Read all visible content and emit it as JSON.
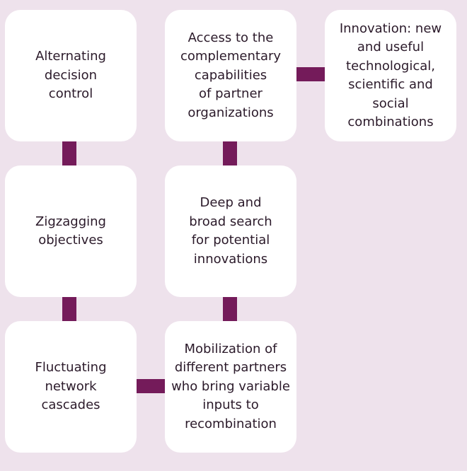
{
  "nodes": {
    "alternating": "Alternating\ndecision\ncontrol",
    "zigzagging": "Zigzagging\nobjectives",
    "fluctuating": "Fluctuating\nnetwork\ncascades",
    "access": "Access to the\ncomplementary\ncapabilities\nof partner\norganizations",
    "deep_search": "Deep and\nbroad search\nfor potential\ninnovations",
    "mobilization": "Mobilization of\ndifferent partners\nwho bring variable\ninputs to\nrecombination",
    "innovation": "Innovation: new\nand useful\ntechnological,\nscientific and social\ncombinations"
  },
  "colors": {
    "background": "#eee2ec",
    "box": "#ffffff",
    "connector": "#741b5a",
    "text": "#2b1a2a"
  }
}
